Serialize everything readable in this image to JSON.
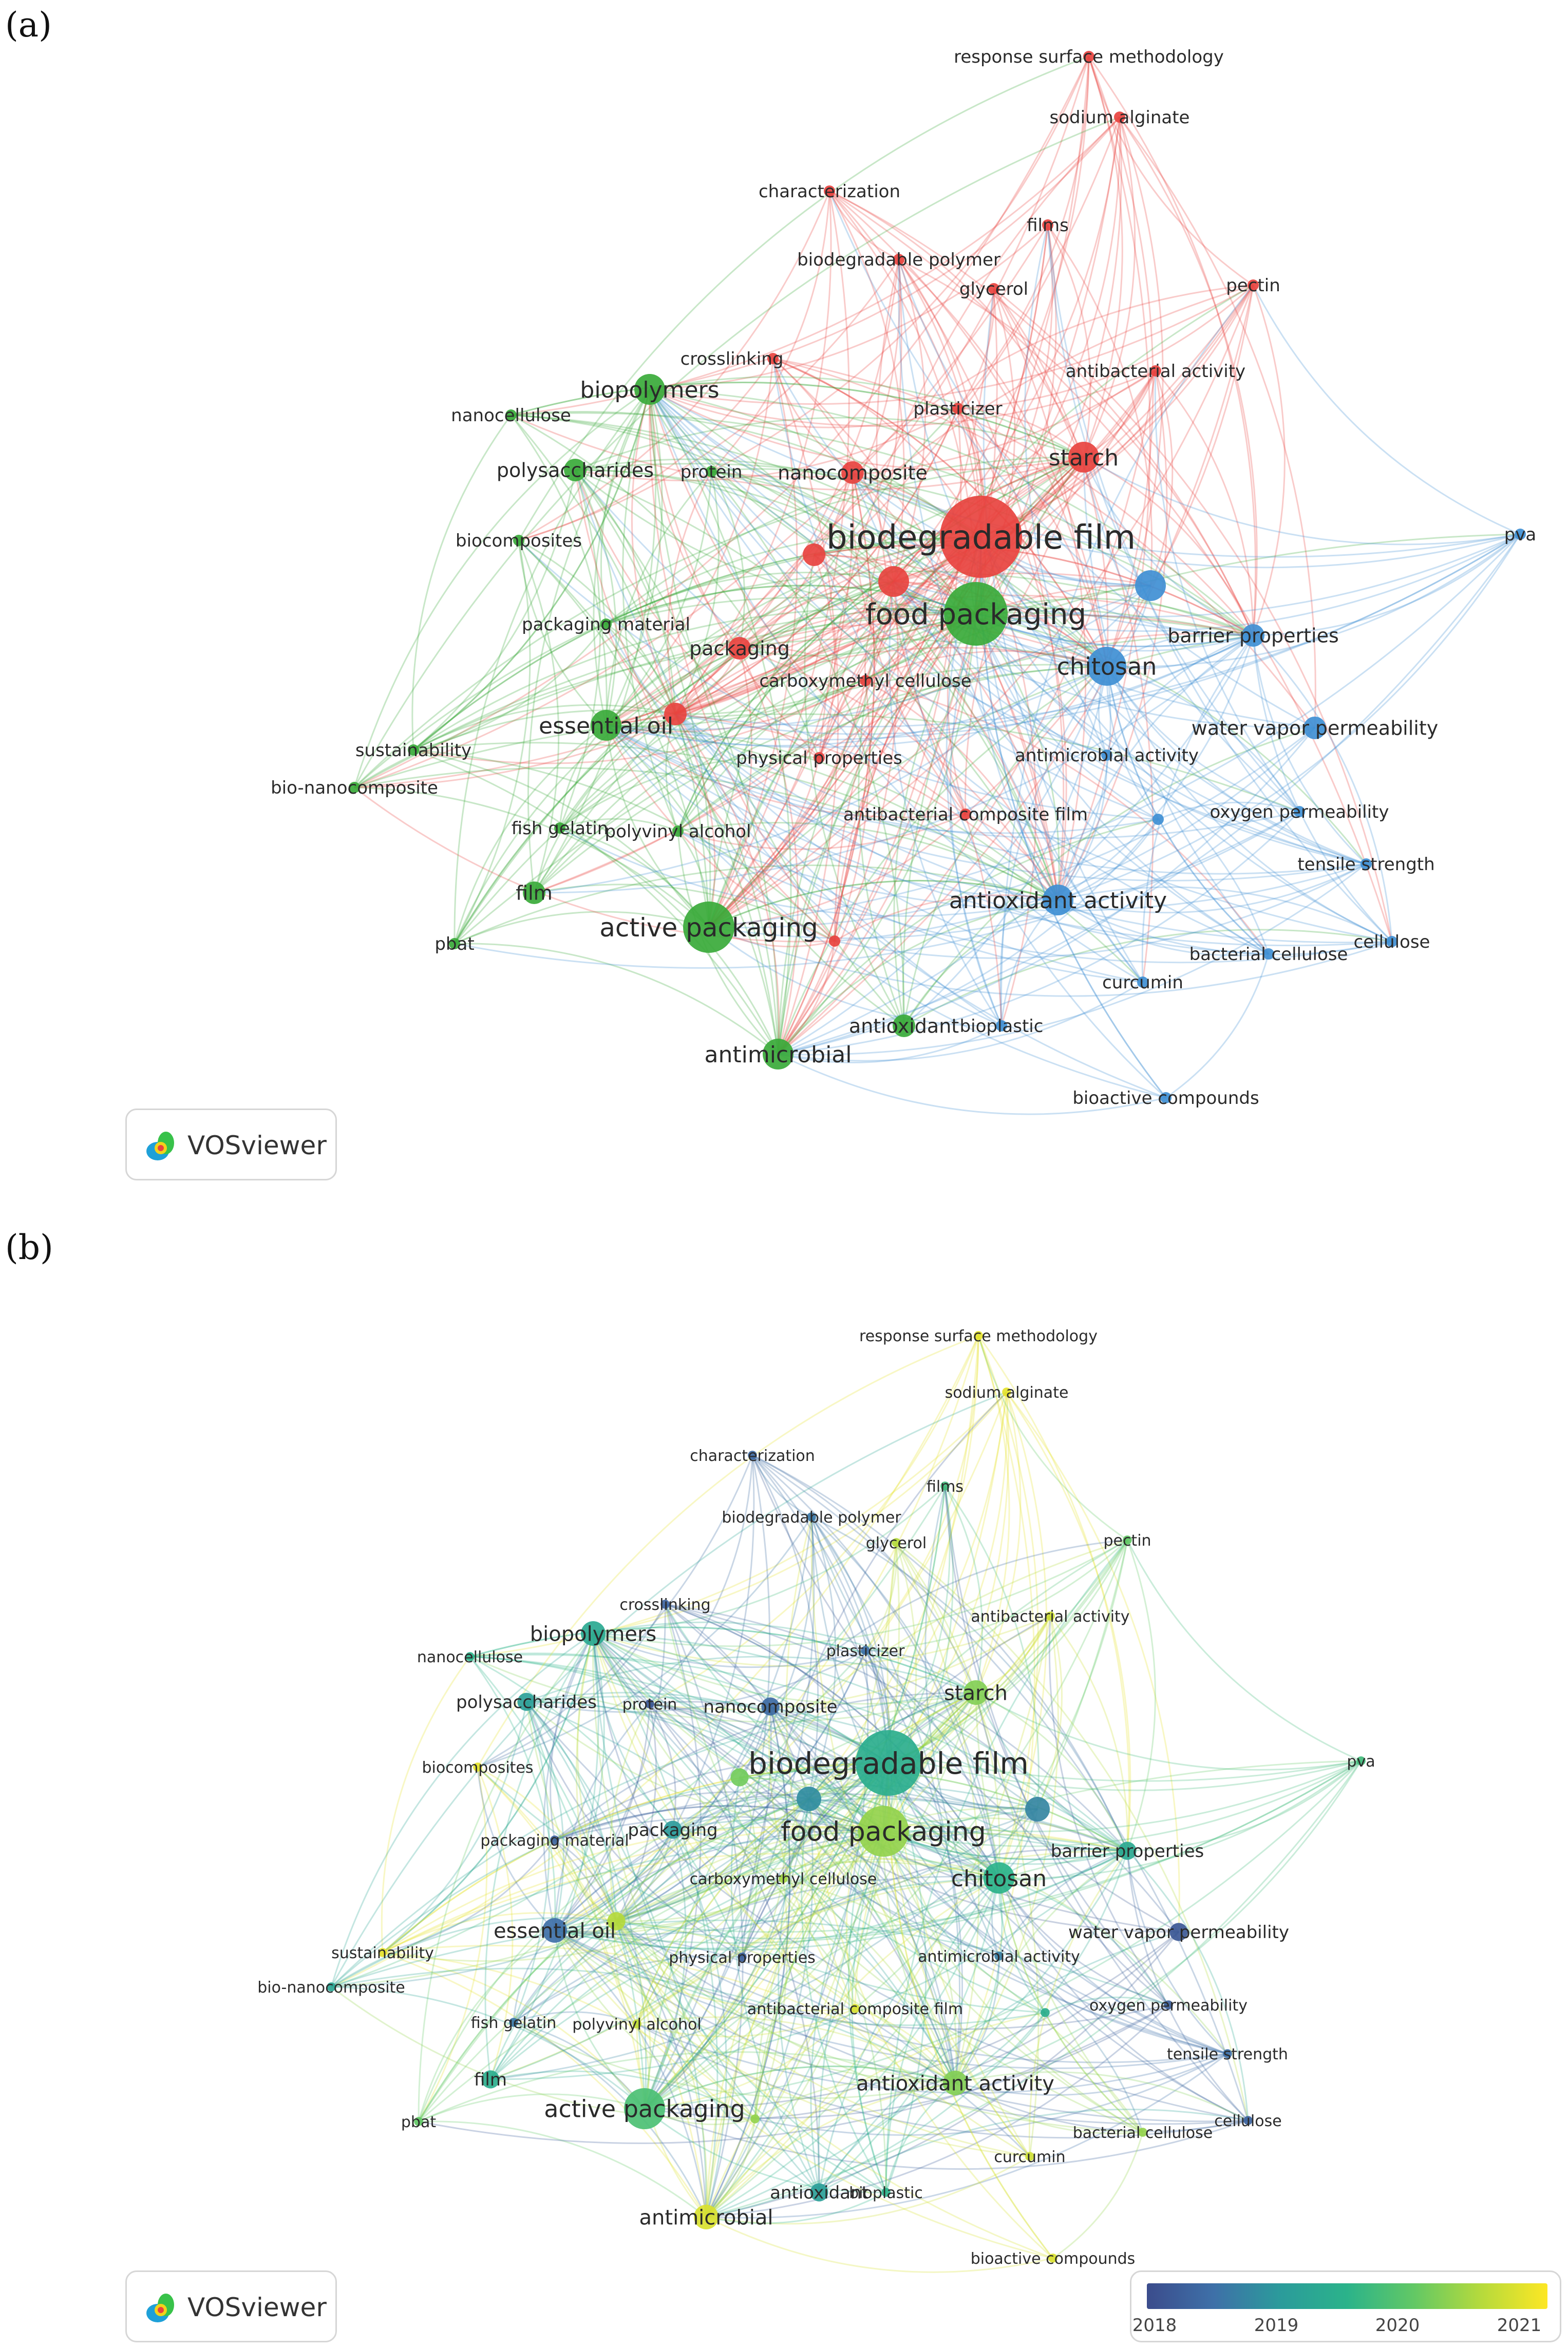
{
  "panels": [
    {
      "label": "(a)",
      "view": "network"
    },
    {
      "label": "(b)",
      "view": "overlay"
    }
  ],
  "clusters": {
    "red": "#e8433f",
    "green": "#3aaa3a",
    "blue": "#3f8fd4"
  },
  "nodes": [
    {
      "id": "response surface methodology",
      "cluster": "red",
      "weight": 1,
      "year": 2021
    },
    {
      "id": "sodium alginate",
      "cluster": "red",
      "weight": 1,
      "year": 2021
    },
    {
      "id": "characterization",
      "cluster": "red",
      "weight": 1,
      "year": 2018.4
    },
    {
      "id": "films",
      "cluster": "red",
      "weight": 1,
      "year": 2019.8
    },
    {
      "id": "biodegradable polymer",
      "cluster": "red",
      "weight": 1,
      "year": 2018.6
    },
    {
      "id": "glycerol",
      "cluster": "red",
      "weight": 1,
      "year": 2020.6
    },
    {
      "id": "pectin",
      "cluster": "red",
      "weight": 1,
      "year": 2020.1
    },
    {
      "id": "crosslinking",
      "cluster": "red",
      "weight": 1,
      "year": 2018.3
    },
    {
      "id": "antibacterial activity",
      "cluster": "red",
      "weight": 1,
      "year": 2020.8
    },
    {
      "id": "plasticizer",
      "cluster": "red",
      "weight": 1,
      "year": 2018.5
    },
    {
      "id": "starch",
      "cluster": "red",
      "weight": 3,
      "year": 2020.3
    },
    {
      "id": "nanocomposite",
      "cluster": "red",
      "weight": 2,
      "year": 2018.4
    },
    {
      "id": "biodegradable film",
      "cluster": "red",
      "weight": 8,
      "year": 2019.5
    },
    {
      "id": "packaging",
      "cluster": "red",
      "weight": 2,
      "year": 2019.1
    },
    {
      "id": "carboxymethyl cellulose",
      "cluster": "red",
      "weight": 1,
      "year": 2020.5
    },
    {
      "id": "physical properties",
      "cluster": "red",
      "weight": 1,
      "year": 2018.2
    },
    {
      "id": "antibacterial composite film",
      "cluster": "red",
      "weight": 1,
      "year": 2020.9
    },
    {
      "id": "biopolymers",
      "cluster": "green",
      "weight": 3,
      "year": 2019.4
    },
    {
      "id": "nanocellulose",
      "cluster": "green",
      "weight": 1,
      "year": 2019.6
    },
    {
      "id": "polysaccharides",
      "cluster": "green",
      "weight": 2,
      "year": 2019.2
    },
    {
      "id": "protein",
      "cluster": "green",
      "weight": 1,
      "year": 2018.1
    },
    {
      "id": "biocomposites",
      "cluster": "green",
      "weight": 1,
      "year": 2021
    },
    {
      "id": "packaging material",
      "cluster": "green",
      "weight": 1,
      "year": 2018.3
    },
    {
      "id": "food packaging",
      "cluster": "green",
      "weight": 6,
      "year": 2020.4
    },
    {
      "id": "essential oil",
      "cluster": "green",
      "weight": 3,
      "year": 2018.5
    },
    {
      "id": "sustainability",
      "cluster": "green",
      "weight": 1,
      "year": 2021
    },
    {
      "id": "bio-nanocomposite",
      "cluster": "green",
      "weight": 1,
      "year": 2019.3
    },
    {
      "id": "fish gelatin",
      "cluster": "green",
      "weight": 1,
      "year": 2018.6
    },
    {
      "id": "polyvinyl alcohol",
      "cluster": "green",
      "weight": 1,
      "year": 2020.7
    },
    {
      "id": "film",
      "cluster": "green",
      "weight": 2,
      "year": 2019.5
    },
    {
      "id": "pbat",
      "cluster": "green",
      "weight": 1,
      "year": 2020.1
    },
    {
      "id": "active packaging",
      "cluster": "green",
      "weight": 5,
      "year": 2019.9
    },
    {
      "id": "antioxidant",
      "cluster": "green",
      "weight": 2,
      "year": 2019.2
    },
    {
      "id": "antimicrobial",
      "cluster": "green",
      "weight": 3,
      "year": 2020.9
    },
    {
      "id": "pva",
      "cluster": "blue",
      "weight": 1,
      "year": 2019.8
    },
    {
      "id": "barrier properties",
      "cluster": "blue",
      "weight": 2,
      "year": 2019.4
    },
    {
      "id": "chitosan",
      "cluster": "blue",
      "weight": 4,
      "year": 2019.6
    },
    {
      "id": "water vapor permeability",
      "cluster": "blue",
      "weight": 2,
      "year": 2018.1
    },
    {
      "id": "antimicrobial activity",
      "cluster": "blue",
      "weight": 1,
      "year": 2018.7
    },
    {
      "id": "oxygen permeability",
      "cluster": "blue",
      "weight": 1,
      "year": 2018.2
    },
    {
      "id": "tensile strength",
      "cluster": "blue",
      "weight": 1,
      "year": 2018.5
    },
    {
      "id": "cellulose",
      "cluster": "blue",
      "weight": 1,
      "year": 2018.3
    },
    {
      "id": "bacterial cellulose",
      "cluster": "blue",
      "weight": 1,
      "year": 2020.4
    },
    {
      "id": "curcumin",
      "cluster": "blue",
      "weight": 1,
      "year": 2020.8
    },
    {
      "id": "antioxidant activity",
      "cluster": "blue",
      "weight": 3,
      "year": 2020.3
    },
    {
      "id": "bioplastic",
      "cluster": "blue",
      "weight": 1,
      "year": 2019.6
    },
    {
      "id": "bioactive compounds",
      "cluster": "blue",
      "weight": 1,
      "year": 2020.9
    },
    {
      "id": "",
      "cluster": "red",
      "weight": 3,
      "year": 2018.9
    },
    {
      "id": "",
      "cluster": "red",
      "weight": 2,
      "year": 2020.6
    },
    {
      "id": "",
      "cluster": "red",
      "weight": 2,
      "year": 2020.2
    },
    {
      "id": "",
      "cluster": "red",
      "weight": 1,
      "year": 2020.4
    },
    {
      "id": "",
      "cluster": "blue",
      "weight": 3,
      "year": 2018.8
    },
    {
      "id": "",
      "cluster": "blue",
      "weight": 1,
      "year": 2019.5
    }
  ],
  "badge_text": "VOSviewer",
  "legend": {
    "ticks": [
      "2018",
      "2019",
      "2020",
      "2021"
    ],
    "range": [
      2017.9,
      2021.2
    ]
  }
}
